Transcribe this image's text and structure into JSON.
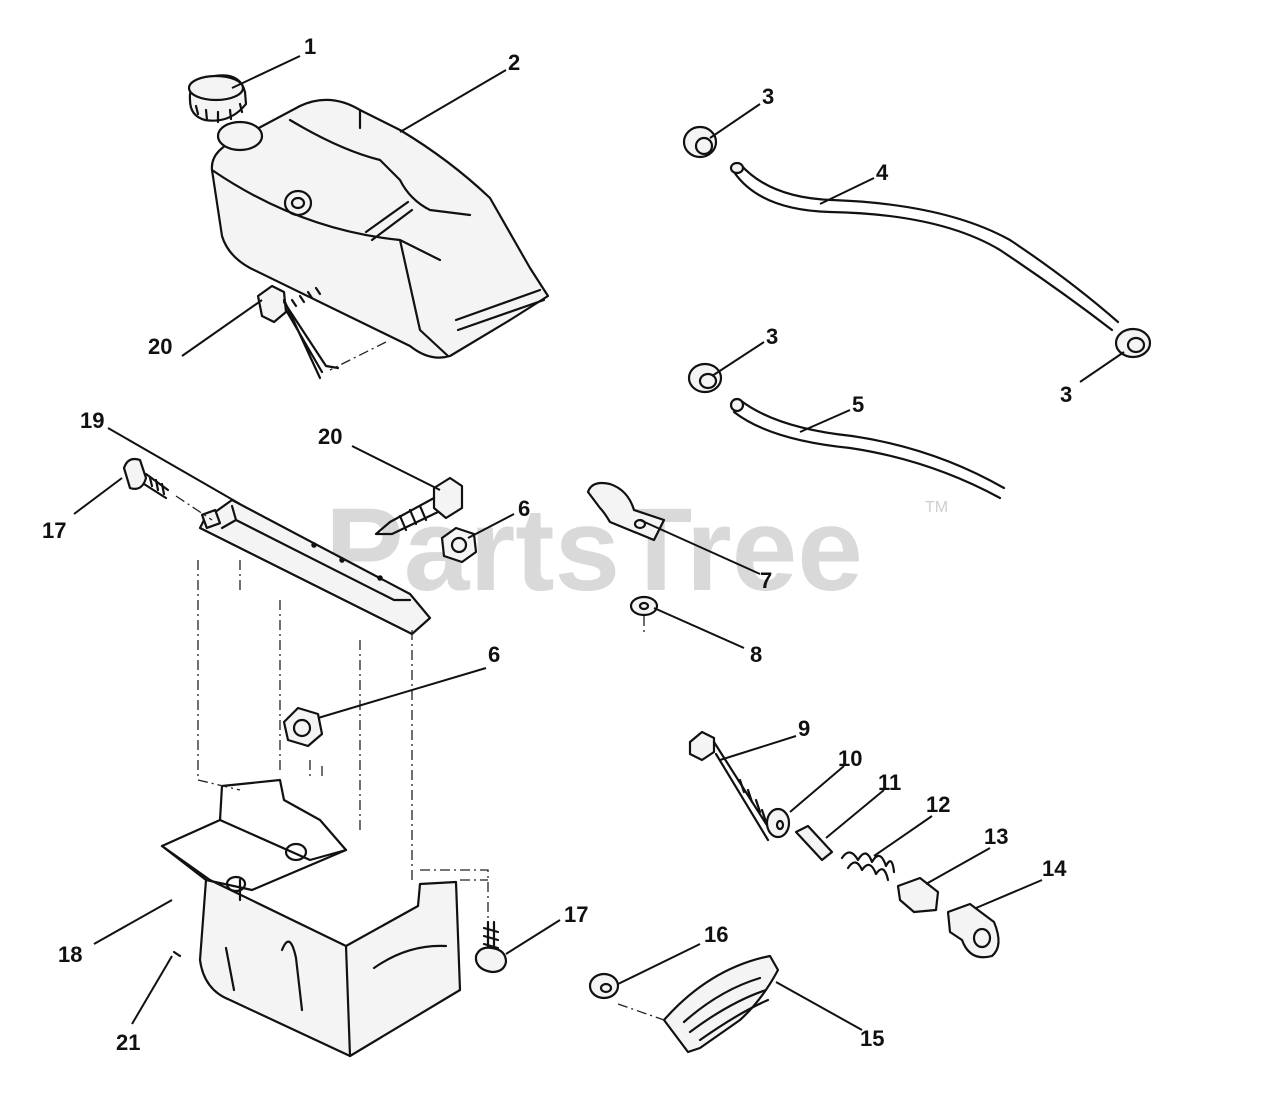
{
  "watermark": {
    "text": "PartsTree",
    "trademark": "TM"
  },
  "callouts": {
    "c1": "1",
    "c2": "2",
    "c3a": "3",
    "c3b": "3",
    "c3c": "3",
    "c4": "4",
    "c5": "5",
    "c6a": "6",
    "c6b": "6",
    "c7": "7",
    "c8": "8",
    "c9": "9",
    "c10": "10",
    "c11": "11",
    "c12": "12",
    "c13": "13",
    "c14": "14",
    "c15": "15",
    "c16": "16",
    "c17a": "17",
    "c17b": "17",
    "c18": "18",
    "c19": "19",
    "c20a": "20",
    "c20b": "20",
    "c21": "21"
  }
}
